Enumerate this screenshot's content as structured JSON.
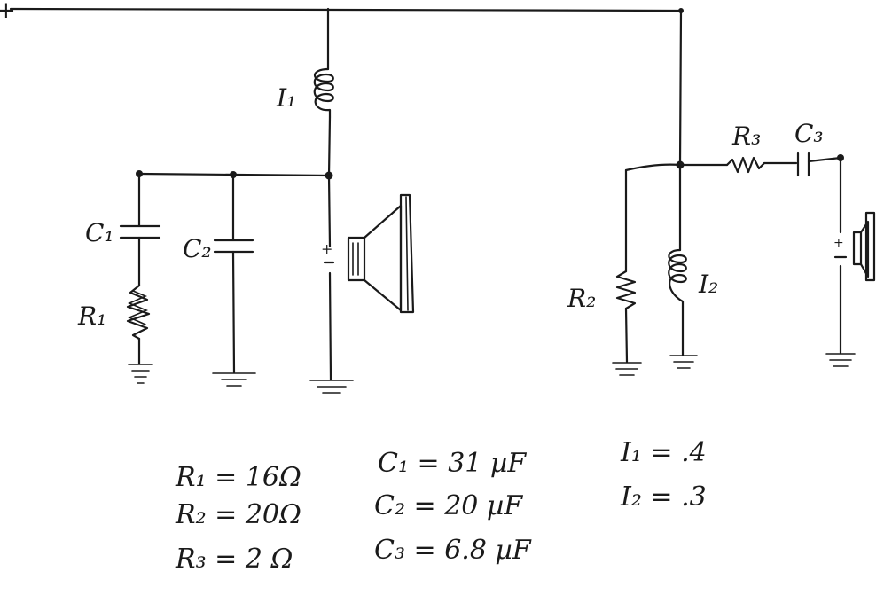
{
  "supply": {
    "terminal_label": "+"
  },
  "components": {
    "I1": "I₁",
    "C1": "C₁",
    "C2": "C₂",
    "R1": "R₁",
    "R2": "R₂",
    "R3": "R₃",
    "C3": "C₃",
    "I2": "I₂",
    "speaker_plus_1": "+",
    "speaker_plus_2": "+"
  },
  "values": {
    "R1": "R₁ = 16Ω",
    "R2": "R₂ = 20Ω",
    "R3": "R₃ = 2 Ω",
    "C1": "C₁ = 31 µF",
    "C2": "C₂ = 20 µF",
    "C3": "C₃ = 6.8 µF",
    "I1": "I₁ = .4",
    "I2": "I₂ = .3"
  }
}
